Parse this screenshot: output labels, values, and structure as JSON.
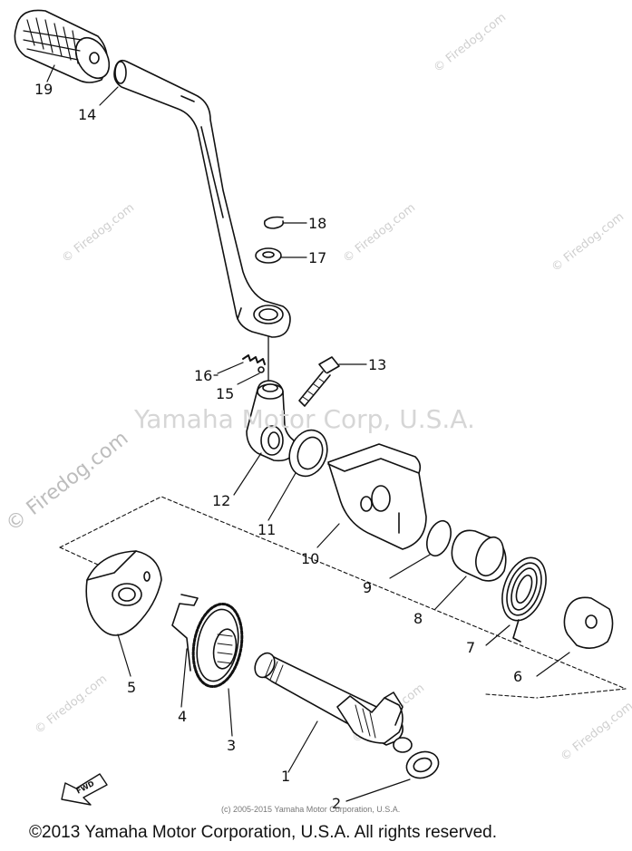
{
  "watermarks": {
    "center": "Yamaha Motor Corp, U.S.A.",
    "diagonal": "© Firedog.com",
    "tile": "© Firedog.com"
  },
  "small_copyright": "(c) 2005-2015 Yamaha Motor Corporation, U.S.A.",
  "footer_copyright": "©2013 Yamaha Motor Corporation, U.S.A. All rights reserved.",
  "fwd_label": "FWD",
  "callouts": [
    "1",
    "2",
    "3",
    "4",
    "5",
    "6",
    "7",
    "8",
    "9",
    "10",
    "11",
    "12",
    "13",
    "14",
    "15",
    "16",
    "17",
    "18",
    "19"
  ]
}
